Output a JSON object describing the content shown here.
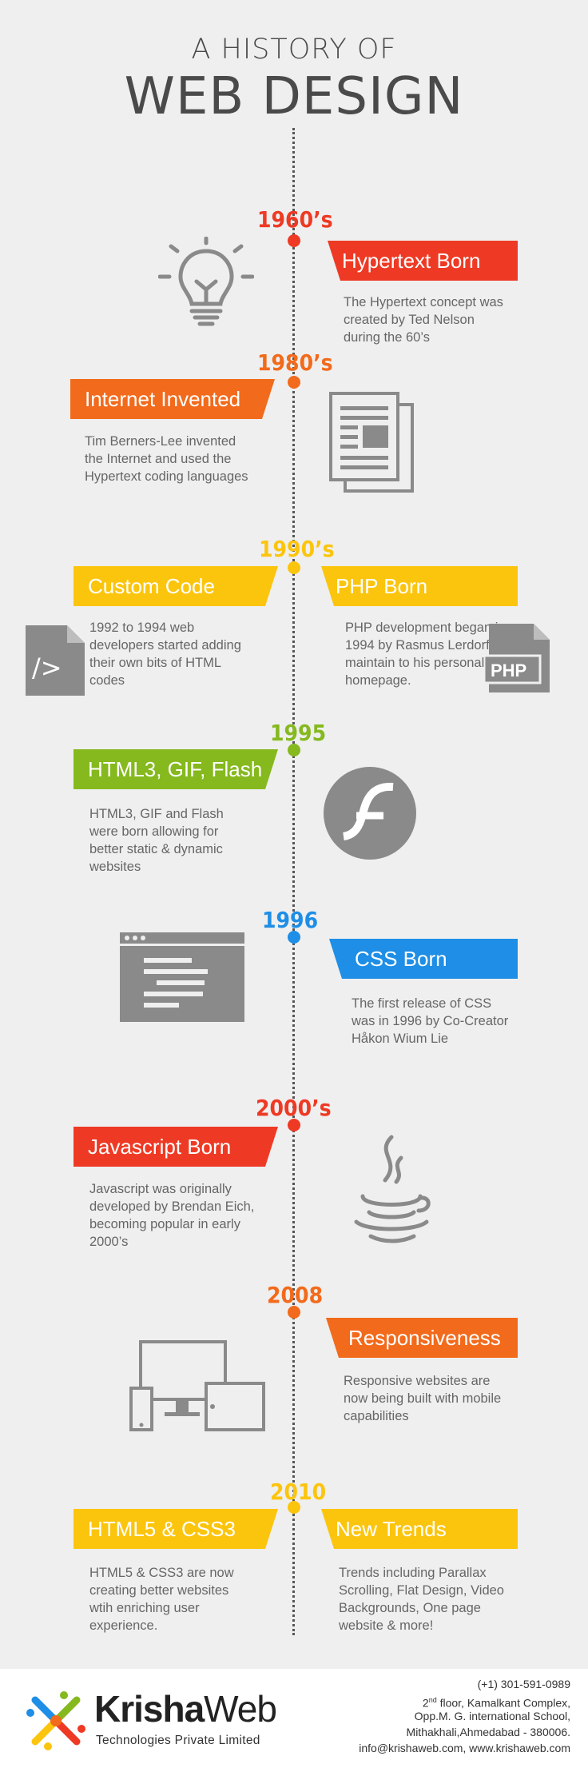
{
  "header": {
    "line1": "A HISTORY OF",
    "line2": "WEB DESIGN"
  },
  "colors": {
    "red": "#ee3a24",
    "orange": "#f26a1b",
    "yellow": "#fbc50e",
    "green": "#85b91e",
    "blue": "#1e8ee6",
    "gray": "#8a8a8a"
  },
  "events": [
    {
      "era": "1960’s",
      "right_title": "Hypertext Born",
      "right_desc": "The Hypertext concept was created by Ted Nelson during the 60’s",
      "icon": "lightbulb-icon"
    },
    {
      "era": "1980’s",
      "left_title": "Internet Invented",
      "left_desc": "Tim Berners-Lee invented the Internet and used the Hypertext coding languages",
      "icon": "document-icon"
    },
    {
      "era": "1990’s",
      "left_title": "Custom Code",
      "left_desc": "1992 to 1994 web developers started adding their own bits of HTML codes",
      "right_title": "PHP Born",
      "right_desc": "PHP development began in 1994 by Rasmus Lerdorf maintain to his personal homepage.",
      "left_icon": "code-file-icon",
      "right_icon": "php-file-icon",
      "right_icon_text": "PHP"
    },
    {
      "era": "1995",
      "left_title": "HTML3, GIF, Flash",
      "left_desc": "HTML3, GIF and Flash were born allowing for better static & dynamic websites",
      "icon": "flash-icon"
    },
    {
      "era": "1996",
      "right_title": "CSS Born",
      "right_desc": "The first release of CSS was in 1996 by Co-Creator Håkon Wium Lie",
      "icon": "browser-window-icon"
    },
    {
      "era": "2000’s",
      "left_title": "Javascript Born",
      "left_desc": "Javascript was originally developed by Brendan Eich, becoming popular in early 2000’s",
      "icon": "java-cup-icon"
    },
    {
      "era": "2008",
      "right_title": "Responsiveness",
      "right_desc": "Responsive websites are now being built with mobile capabilities",
      "icon": "devices-icon"
    },
    {
      "era": "2010",
      "left_title": "HTML5 & CSS3",
      "left_desc": "HTML5 & CSS3 are now creating better websites wtih enriching user experience.",
      "right_title": "New Trends",
      "right_desc": "Trends including Parallax Scrolling, Flat Design, Video Backgrounds, One page website & more!"
    }
  ],
  "footer": {
    "brand_main": "Krisha",
    "brand_accent": "Web",
    "brand_sub": "Technologies Private Limited",
    "phone": "(+1) 301-591-0989",
    "addr_sup": "nd",
    "addr_line1_prefix": "2",
    "addr_line1_rest": " floor, Kamalkant Complex,",
    "addr_line2": "Opp.M. G. international School,",
    "addr_line3": "Mithakhali,Ahmedabad - 380006.",
    "contact": "info@krishaweb.com, www.krishaweb.com"
  }
}
